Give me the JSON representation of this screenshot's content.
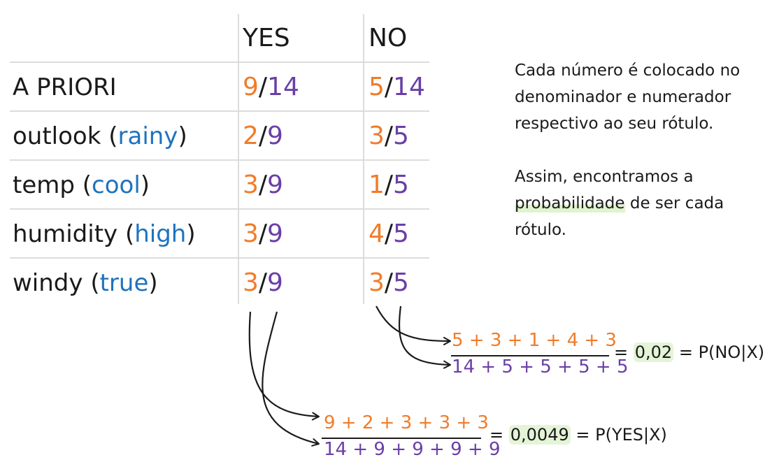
{
  "table": {
    "col_yes": "YES",
    "col_no": "NO",
    "rows": [
      {
        "label": "A PRIORI",
        "param": "",
        "yes_num": "9",
        "yes_den": "14",
        "no_num": "5",
        "no_den": "14"
      },
      {
        "label": "outlook",
        "param": "rainy",
        "yes_num": "2",
        "yes_den": "9",
        "no_num": "3",
        "no_den": "5"
      },
      {
        "label": "temp",
        "param": "cool",
        "yes_num": "3",
        "yes_den": "9",
        "no_num": "1",
        "no_den": "5"
      },
      {
        "label": "humidity",
        "param": "high",
        "yes_num": "3",
        "yes_den": "9",
        "no_num": "4",
        "no_den": "5"
      },
      {
        "label": "windy",
        "param": "true",
        "yes_num": "3",
        "yes_den": "9",
        "no_num": "3",
        "no_den": "5"
      }
    ]
  },
  "note": {
    "para1_line1": "Cada número é colocado no",
    "para1_line2": "denominador e numerador",
    "para1_line3": "respectivo ao seu rótulo.",
    "para2_line1": "Assim, encontramos a",
    "para2_highlight": "probabilidade",
    "para2_line2_rest": " de ser cada",
    "para2_line3": "rótulo."
  },
  "equation_no": {
    "numerator": "5 + 3 + 1 + 4 + 3",
    "denominator": "14 + 5 + 5 + 5 + 5",
    "equals": "=",
    "value": "0,02",
    "label": "= P(NO|X)"
  },
  "equation_yes": {
    "numerator": "9 + 2 + 3 + 3 + 3",
    "denominator": "14 + 9 + 9 + 9 + 9",
    "equals": "=",
    "value": "0,0049",
    "label": "= P(YES|X)"
  },
  "colors": {
    "numerator": "#f07c2a",
    "denominator": "#6a3fa8",
    "attribute_value": "#1e73be",
    "highlight": "#dff3cf",
    "grid": "#dcdcdc"
  }
}
